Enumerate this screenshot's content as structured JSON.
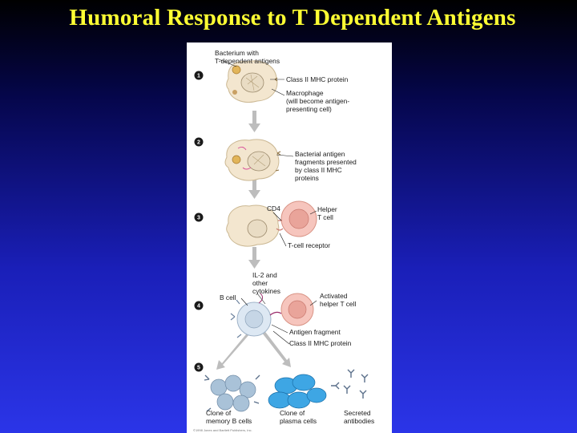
{
  "slide": {
    "title": "Humoral Response to T Dependent Antigens"
  },
  "figure": {
    "steps": [
      "1",
      "2",
      "3",
      "4",
      "5"
    ],
    "labels": {
      "bacterium_l1": "Bacterium with",
      "bacterium_l2": "T-dependent antigens",
      "class2_mhc": "Class II MHC protein",
      "macrophage_l1": "Macrophage",
      "macrophage_l2": "(will become antigen-",
      "macrophage_l3": "presenting cell)",
      "fragments_l1": "Bacterial antigen",
      "fragments_l2": "fragments presented",
      "fragments_l3": "by class II MHC",
      "fragments_l4": "proteins",
      "cd4": "CD4",
      "helper_l1": "Helper",
      "helper_l2": "T cell",
      "tcr": "T-cell receptor",
      "il2_l1": "IL-2 and",
      "il2_l2": "other",
      "il2_l3": "cytokines",
      "bcell": "B cell",
      "activated_l1": "Activated",
      "activated_l2": "helper T cell",
      "antigen_fragment": "Antigen fragment",
      "class2_mhc_b": "Class II MHC protein",
      "memory_l1": "Clone of",
      "memory_l2": "memory B cells",
      "plasma_l1": "Clone of",
      "plasma_l2": "plasma cells",
      "secreted_l1": "Secreted",
      "secreted_l2": "antibodies",
      "copyright": "©1998 Jones and Bartlett Publishers, Inc."
    },
    "colors": {
      "macrophage": "#f3e6cf",
      "tcell": "#f6c5bd",
      "bcell": "#dde8f3",
      "memory": "#a9c2d8",
      "plasma": "#3ea6e4",
      "antibody": "#5a6f8a",
      "arrow": "#bdbdbd"
    }
  }
}
